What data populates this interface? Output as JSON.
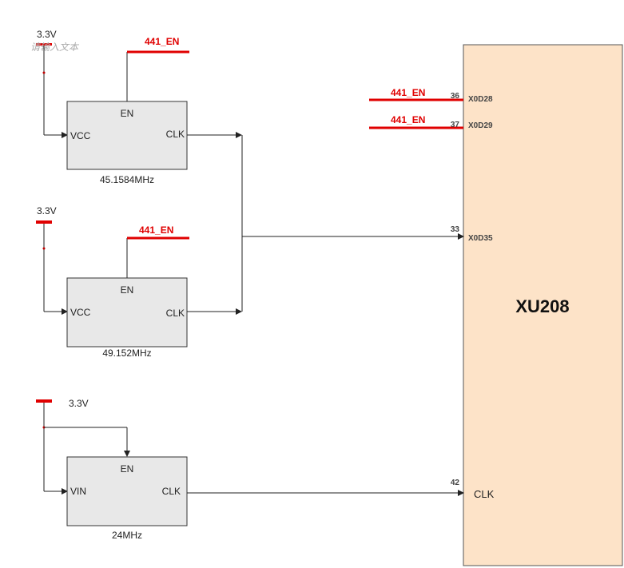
{
  "colors": {
    "net_red": "#e00000",
    "osc_fill": "#e8e8e8",
    "chip_fill": "#fde3c8",
    "wire": "#222222"
  },
  "placeholder_text": "请输入文本",
  "oscillators": [
    {
      "freq": "45.1584MHz",
      "en": "EN",
      "vcc": "VCC",
      "clk": "CLK",
      "power": "3.3V",
      "net": "441_EN"
    },
    {
      "freq": "49.152MHz",
      "en": "EN",
      "vcc": "VCC",
      "clk": "CLK",
      "power": "3.3V",
      "net": "441_EN"
    },
    {
      "freq": "24MHz",
      "en": "EN",
      "vcc": "VIN",
      "clk": "CLK",
      "power": "3.3V"
    }
  ],
  "chip": {
    "name": "XU208",
    "pins": [
      {
        "num": "36",
        "name": "X0D28",
        "net": "441_EN"
      },
      {
        "num": "37",
        "name": "X0D29",
        "net": "441_EN"
      },
      {
        "num": "33",
        "name": "X0D35"
      },
      {
        "num": "42",
        "name": "CLK"
      }
    ]
  }
}
